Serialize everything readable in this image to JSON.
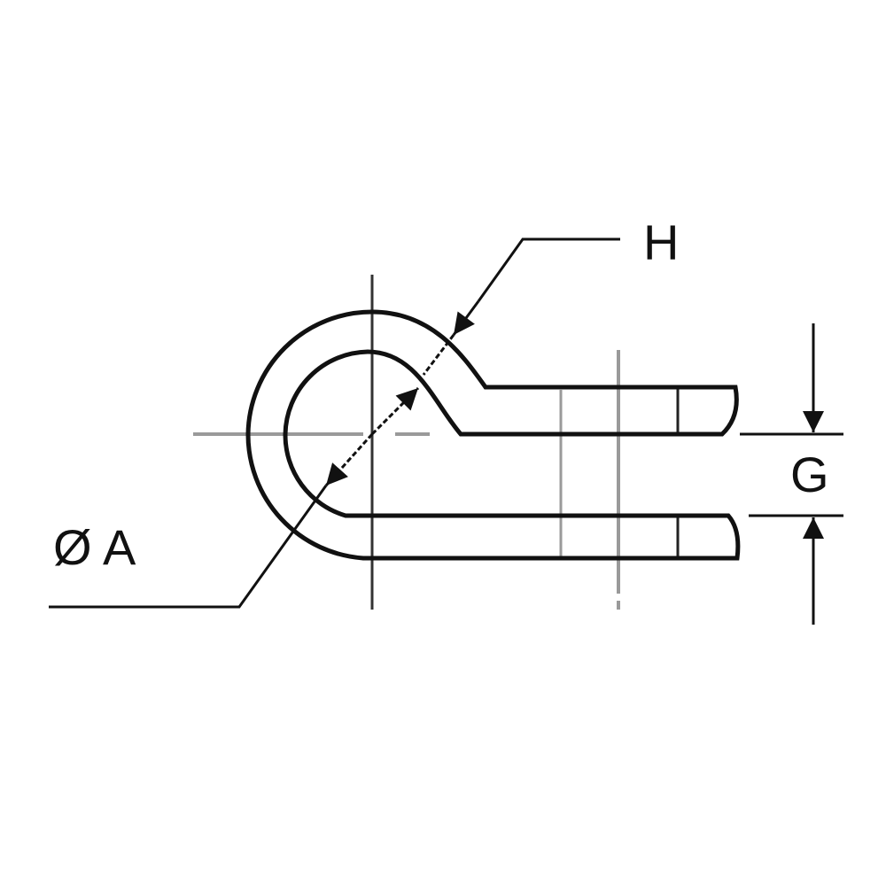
{
  "labels": {
    "height": "H",
    "gap": "G",
    "diameter": "Ø A"
  },
  "colors": {
    "outline": "#111111",
    "centerline": "#9a9a9a"
  }
}
